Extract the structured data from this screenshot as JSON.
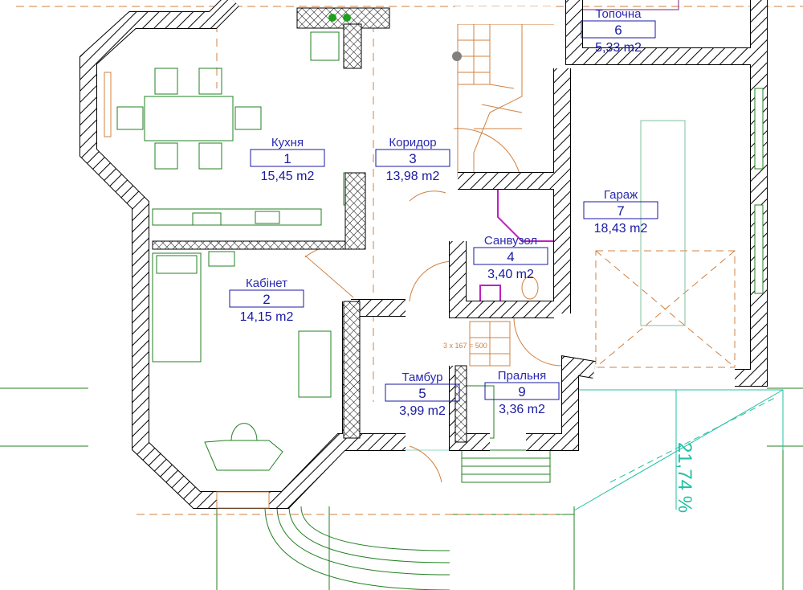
{
  "rooms": [
    {
      "number": "1",
      "name": "Кухня",
      "area": "15,45 m2"
    },
    {
      "number": "2",
      "name": "Кабінет",
      "area": "14,15 m2"
    },
    {
      "number": "3",
      "name": "Коридор",
      "area": "13,98 m2"
    },
    {
      "number": "4",
      "name": "Санвузол",
      "area": "3,40 m2"
    },
    {
      "number": "5",
      "name": "Тамбур",
      "area": "3,99 m2"
    },
    {
      "number": "6",
      "name": "Топочна",
      "area": "5,33 m2"
    },
    {
      "number": "7",
      "name": "Гараж",
      "area": "18,43 m2"
    },
    {
      "number": "9",
      "name": "Пральня",
      "area": "3,36 m2"
    }
  ],
  "stair_note": "3 x 167 = 500",
  "roof_slope": "21,74 %",
  "colors": {
    "room_text": "#1a1aa0",
    "furniture": "#208020",
    "doors": "#d08040",
    "roof": "#20c0a0",
    "sanitary": "#c020c0"
  }
}
